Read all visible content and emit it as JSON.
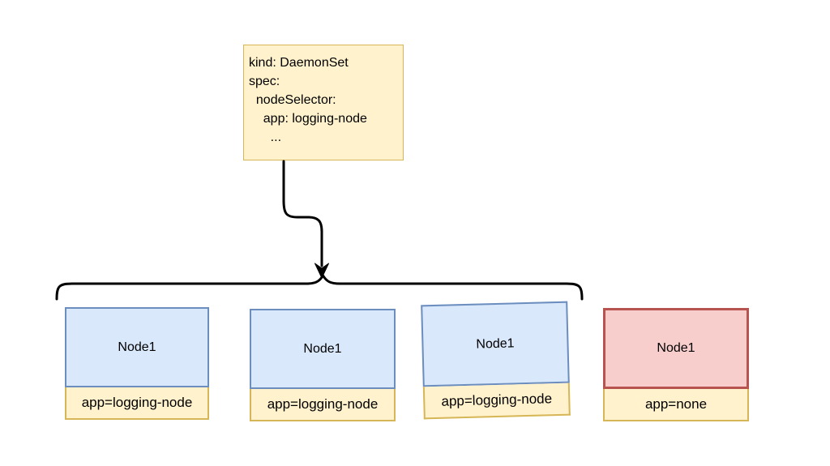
{
  "diagram": {
    "daemonset_box": {
      "lines": [
        "kind: DaemonSet",
        "spec:",
        "  nodeSelector:",
        "    app: logging-node",
        "      ..."
      ]
    },
    "nodes": [
      {
        "title": "Node1",
        "label": "app=logging-node",
        "status": "selected"
      },
      {
        "title": "Node1",
        "label": "app=logging-node",
        "status": "selected"
      },
      {
        "title": "Node1",
        "label": "app=logging-node",
        "status": "selected"
      },
      {
        "title": "Node1",
        "label": "app=none",
        "status": "excluded"
      }
    ],
    "colors": {
      "spec_box_fill": "#FFF2CC",
      "spec_box_stroke": "#D6B656",
      "node_fill": "#DAE8FC",
      "node_stroke": "#6C8EBF",
      "excluded_node_fill": "#F8CECC",
      "excluded_node_stroke": "#B85450",
      "label_fill": "#FFF2CC",
      "label_stroke": "#D6B656",
      "connector": "#000000"
    }
  }
}
